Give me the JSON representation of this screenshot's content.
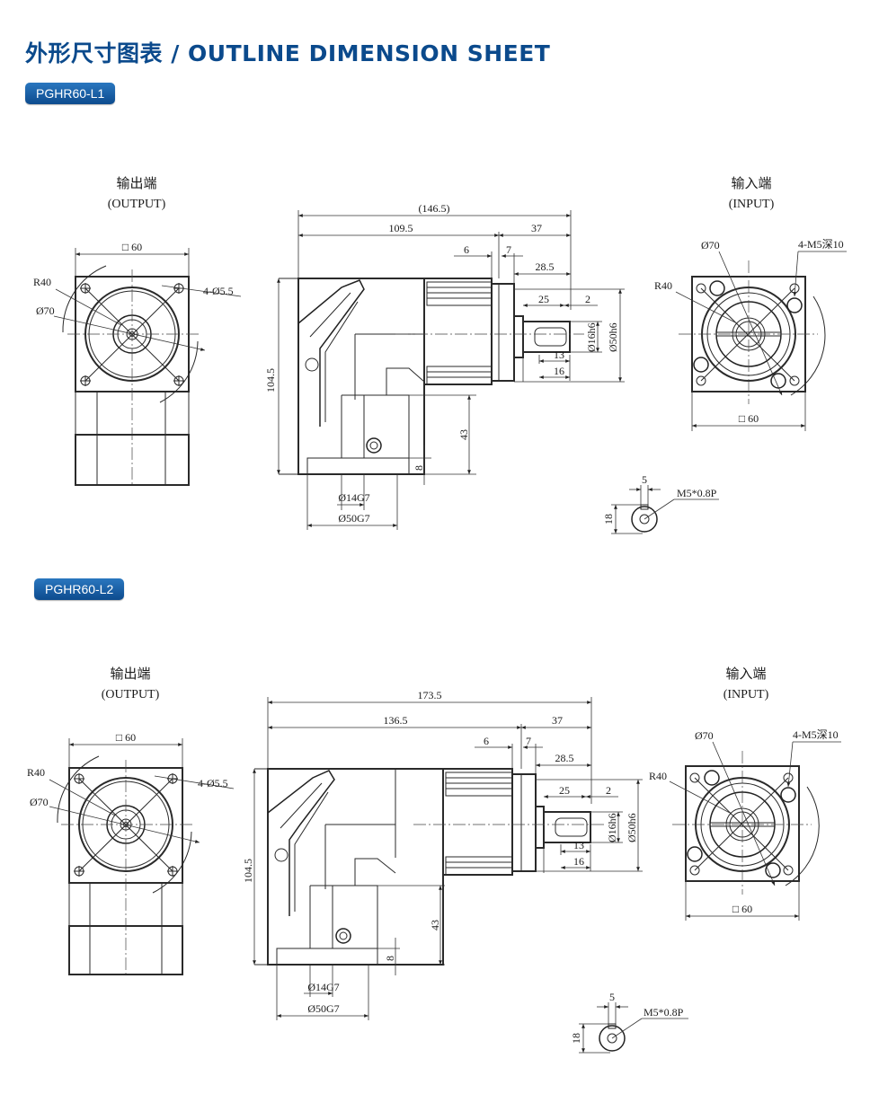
{
  "header": {
    "title": "外形尺寸图表 / OUTLINE DIMENSION SHEET"
  },
  "models": [
    {
      "badge": "PGHR60-L1",
      "output_label_cn": "输出端",
      "output_label_en": "(OUTPUT)",
      "input_label_cn": "输入端",
      "input_label_en": "(INPUT)",
      "dims": {
        "overall": "(146.5)",
        "body": "109.5",
        "right": "37",
        "d6": "6",
        "d7": "7",
        "d28": "28.5",
        "d25": "25",
        "d2": "2",
        "d13": "13",
        "d16": "16",
        "h104": "104.5",
        "h43": "43",
        "h8": "8",
        "d16h6": "Ø16h6",
        "d50h6": "Ø50h6",
        "d14g7": "Ø14G7",
        "d50g7": "Ø50G7",
        "out_sq": "□ 60",
        "out_r": "R40",
        "out_d": "Ø70",
        "out_holes": "4-Ø5.5",
        "in_sq": "□ 60",
        "in_r": "R40",
        "in_d": "Ø70",
        "in_holes": "4-M5深10",
        "key_w": "5",
        "key_h": "18",
        "key_thread": "M5*0.8P"
      }
    },
    {
      "badge": "PGHR60-L2",
      "output_label_cn": "输出端",
      "output_label_en": "(OUTPUT)",
      "input_label_cn": "输入端",
      "input_label_en": "(INPUT)",
      "dims": {
        "overall": "173.5",
        "body": "136.5",
        "right": "37",
        "d6": "6",
        "d7": "7",
        "d28": "28.5",
        "d25": "25",
        "d2": "2",
        "d13": "13",
        "d16": "16",
        "h104": "104.5",
        "h43": "43",
        "h8": "8",
        "d16h6": "Ø16h6",
        "d50h6": "Ø50h6",
        "d14g7": "Ø14G7",
        "d50g7": "Ø50G7",
        "out_sq": "□ 60",
        "out_r": "R40",
        "out_d": "Ø70",
        "out_holes": "4-Ø5.5",
        "in_sq": "□ 60",
        "in_r": "R40",
        "in_d": "Ø70",
        "in_holes": "4-M5深10",
        "key_w": "5",
        "key_h": "18",
        "key_thread": "M5*0.8P"
      }
    }
  ]
}
